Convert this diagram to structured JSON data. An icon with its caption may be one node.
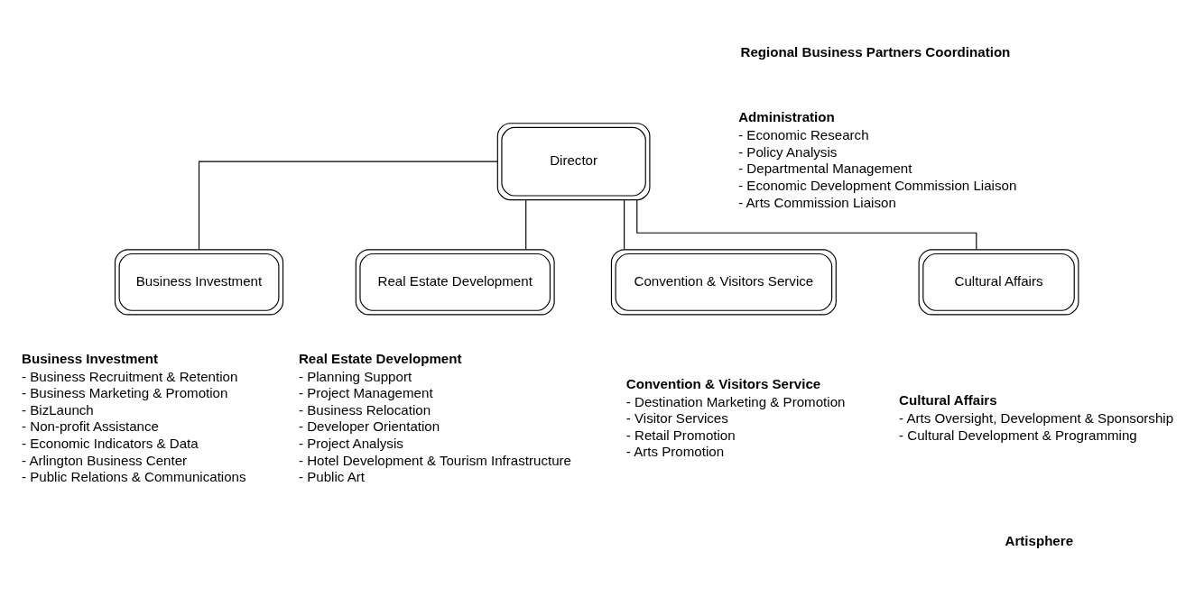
{
  "diagram": {
    "nodes": [
      {
        "text": [
          "Director"
        ],
        "beside": [
          "Administration",
          "- Economic Research",
          "- Policy Analysis",
          "- Departmental Management",
          "- Economic Development Commission Liaison",
          "- Arts Commission Liaison"
        ]
      },
      {
        "text": [
          "Business Investment"
        ],
        "beside": [
          "Business Investment",
          "- Business Recruitment & Retention",
          "- Business Marketing & Promotion",
          "- BizLaunch",
          "- Non-profit Assistance",
          "- Economic Indicators & Data",
          "- Arlington Business Center",
          "- Public Relations & Communications"
        ]
      },
      {
        "text": [
          "Real Estate Development"
        ],
        "beside": [
          "Real Estate Development",
          "- Planning Support",
          "- Project Management",
          "- Business Relocation",
          "- Developer Orientation",
          "- Project Analysis",
          "- Hotel Development & Tourism Infrastructure",
          "- Public Art"
        ]
      },
      {
        "text": [
          "Convention & Visitors Service"
        ],
        "beside": [
          "Convention & Visitors Service",
          "- Destination Marketing & Promotion",
          "- Visitor Services",
          "- Retail Promotion",
          "- Arts Promotion"
        ]
      },
      {
        "text": [
          "Cultural Affairs"
        ],
        "beside": [
          "Cultural Affairs",
          "- Arts Oversight, Development & Sponsorship",
          "- Cultural Development & Programming"
        ]
      }
    ],
    "edges": [
      {
        "from": 0,
        "to": 1,
        "arrow": "none"
      },
      {
        "from": 0,
        "to": 2,
        "arrow": "none"
      },
      {
        "from": 0,
        "to": 3,
        "arrow": "none"
      },
      {
        "from": 0,
        "to": 4,
        "arrow": "none"
      }
    ],
    "labels": [
      "Regional Business Partners Coordination",
      "Artisphere"
    ]
  }
}
